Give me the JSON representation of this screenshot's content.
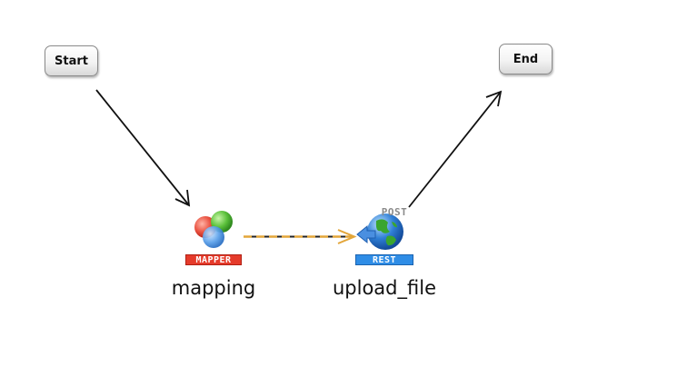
{
  "start": {
    "label": "Start"
  },
  "end": {
    "label": "End"
  },
  "nodes": [
    {
      "name": "mapping",
      "type_badge": "MAPPER",
      "icon": "mapper-icon"
    },
    {
      "name": "upload_file",
      "type_badge": "REST",
      "method_badge": "POST",
      "icon": "rest-globe-icon"
    }
  ],
  "edges": [
    {
      "from": "Start",
      "to": "mapping",
      "style": "solid"
    },
    {
      "from": "mapping",
      "to": "upload_file",
      "style": "dashed"
    },
    {
      "from": "upload_file",
      "to": "End",
      "style": "solid"
    }
  ],
  "colors": {
    "mapper_badge": "#e53b2b",
    "rest_badge": "#2f8de6",
    "dashed_edge": "#e3a63a",
    "edge": "#111111"
  }
}
